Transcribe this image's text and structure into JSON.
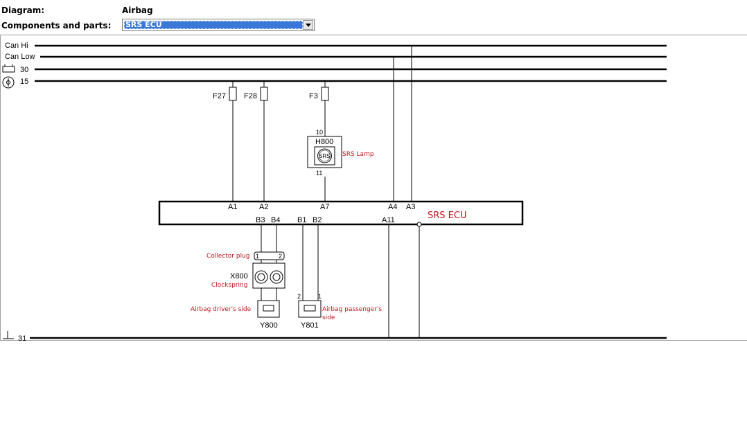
{
  "header": {
    "diagram_label": "Diagram:",
    "diagram_value": "Airbag",
    "components_label": "Components and parts:",
    "components_selected": "SRS ECU"
  },
  "rails": {
    "can_hi": "Can Hi",
    "can_low": "Can Low",
    "r30": "30",
    "r15": "15",
    "r31": "31"
  },
  "fuses": {
    "f27": "F27",
    "f28": "F28",
    "f3": "F3"
  },
  "lamp": {
    "id": "H800",
    "symbol": "SRS",
    "label": "SRS Lamp",
    "pin_top": "10",
    "pin_bottom": "11"
  },
  "ecu": {
    "name": "SRS ECU",
    "top_pins": [
      "A1",
      "A2",
      "A7",
      "A4",
      "A3"
    ],
    "bottom_pins": [
      "B3",
      "B4",
      "B1",
      "B2",
      "A11"
    ]
  },
  "clockspring": {
    "collector_label": "Collector plug",
    "pin1": "1",
    "pin2": "2",
    "id": "X800",
    "label": "Clockspring"
  },
  "airbag_driver": {
    "label": "Airbag driver's side",
    "id": "Y800"
  },
  "airbag_passenger": {
    "label_line1": "Airbag passenger's",
    "label_line2": "side",
    "id": "Y801",
    "pin2": "2",
    "pin1": "1"
  },
  "colors": {
    "annotation": "#c0141c",
    "select_highlight": "#3a78d8"
  }
}
